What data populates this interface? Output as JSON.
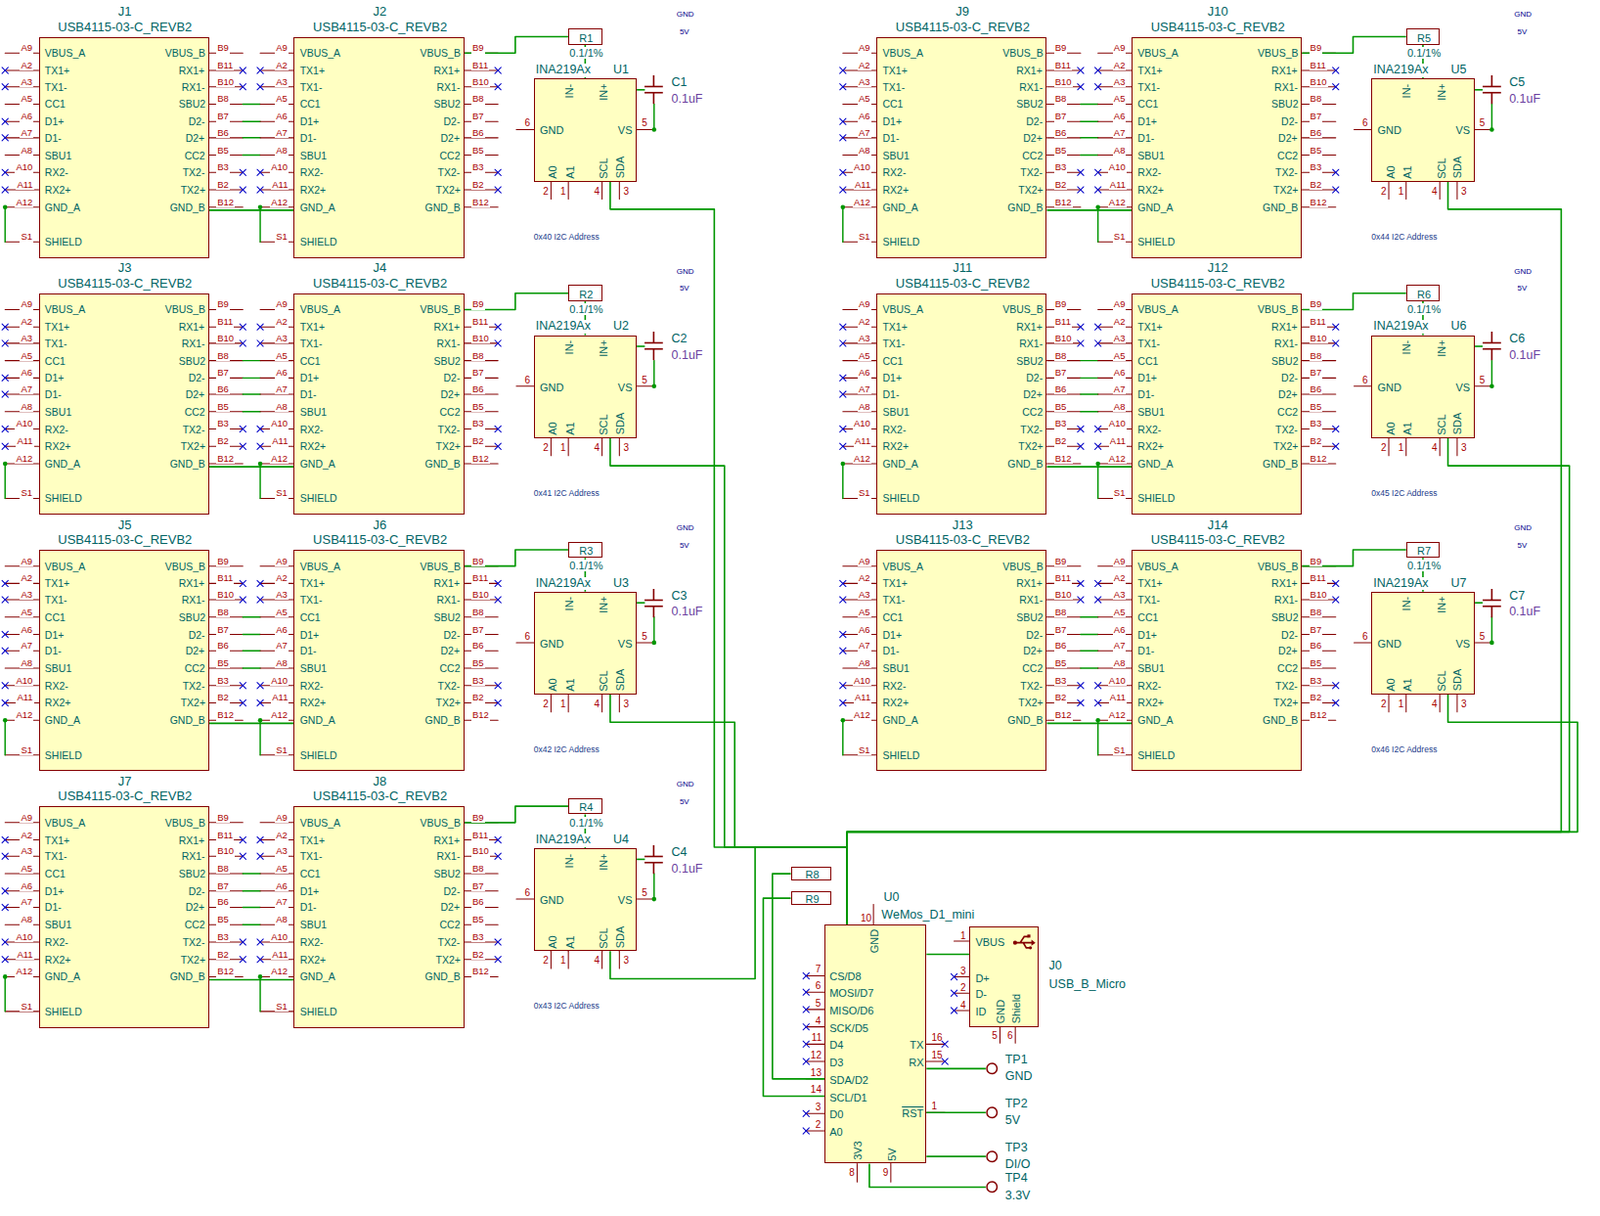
{
  "diagram": {
    "nodes": [
      {
        "text": [
          "J1",
          "USB4115-03-C_REVB2",
          "VBUS_A",
          "TX1+",
          "TX1-",
          "CC1",
          "D1+",
          "D1-",
          "SBU1",
          "RX2-",
          "RX2+",
          "GND_A",
          "SHIELD",
          "VBUS_B",
          "RX1+",
          "RX1-",
          "SBU2",
          "D2-",
          "D2+",
          "CC2",
          "TX2-",
          "TX2+",
          "GND_B",
          "A9",
          "A2",
          "A3",
          "A5",
          "A6",
          "A7",
          "A8",
          "A10",
          "A11",
          "A12",
          "S1",
          "B9",
          "B11",
          "B10",
          "B8",
          "B7",
          "B6",
          "B5",
          "B3",
          "B2",
          "B12"
        ]
      },
      {
        "text": [
          "J2",
          "USB4115-03-C_REVB2",
          "VBUS_A",
          "TX1+",
          "TX1-",
          "CC1",
          "D1+",
          "D1-",
          "SBU1",
          "RX2-",
          "RX2+",
          "GND_A",
          "SHIELD",
          "VBUS_B",
          "RX1+",
          "RX1-",
          "SBU2",
          "D2-",
          "D2+",
          "CC2",
          "TX2-",
          "TX2+",
          "GND_B",
          "A9",
          "A2",
          "A3",
          "A5",
          "A6",
          "A7",
          "A8",
          "A10",
          "A11",
          "A12",
          "S1",
          "B9",
          "B11",
          "B10",
          "B8",
          "B7",
          "B6",
          "B5",
          "B3",
          "B2",
          "B12"
        ]
      },
      {
        "text": [
          "R1",
          "0.1/1%"
        ]
      },
      {
        "text": [
          "U1",
          "INA219Ax",
          "IN-",
          "IN+",
          "GND",
          "VS",
          "A0",
          "A1",
          "SCL",
          "SDA",
          "6",
          "5",
          "2",
          "1",
          "4",
          "3"
        ]
      },
      {
        "text": [
          "C1",
          "0.1uF"
        ]
      },
      {
        "text": [
          "J9",
          "USB4115-03-C_REVB2",
          "VBUS_A",
          "TX1+",
          "TX1-",
          "CC1",
          "D1+",
          "D1-",
          "SBU1",
          "RX2-",
          "RX2+",
          "GND_A",
          "SHIELD",
          "VBUS_B",
          "RX1+",
          "RX1-",
          "SBU2",
          "D2-",
          "D2+",
          "CC2",
          "TX2-",
          "TX2+",
          "GND_B",
          "A9",
          "A2",
          "A3",
          "A5",
          "A6",
          "A7",
          "A8",
          "A10",
          "A11",
          "A12",
          "S1",
          "B9",
          "B11",
          "B10",
          "B8",
          "B7",
          "B6",
          "B5",
          "B3",
          "B2",
          "B12"
        ]
      },
      {
        "text": [
          "J10",
          "USB4115-03-C_REVB2",
          "VBUS_A",
          "TX1+",
          "TX1-",
          "CC1",
          "D1+",
          "D1-",
          "SBU1",
          "RX2-",
          "RX2+",
          "GND_A",
          "SHIELD",
          "VBUS_B",
          "RX1+",
          "RX1-",
          "SBU2",
          "D2-",
          "D2+",
          "CC2",
          "TX2-",
          "TX2+",
          "GND_B",
          "A9",
          "A2",
          "A3",
          "A5",
          "A6",
          "A7",
          "A8",
          "A10",
          "A11",
          "A12",
          "S1",
          "B9",
          "B11",
          "B10",
          "B8",
          "B7",
          "B6",
          "B5",
          "B3",
          "B2",
          "B12"
        ]
      },
      {
        "text": [
          "R5",
          "0.1/1%"
        ]
      },
      {
        "text": [
          "U5",
          "INA219Ax",
          "IN-",
          "IN+",
          "GND",
          "VS",
          "A0",
          "A1",
          "SCL",
          "SDA",
          "6",
          "5",
          "2",
          "1",
          "4",
          "3"
        ]
      },
      {
        "text": [
          "C5",
          "0.1uF"
        ]
      },
      {
        "text": [
          "J3",
          "USB4115-03-C_REVB2",
          "VBUS_A",
          "TX1+",
          "TX1-",
          "CC1",
          "D1+",
          "D1-",
          "SBU1",
          "RX2-",
          "RX2+",
          "GND_A",
          "SHIELD",
          "VBUS_B",
          "RX1+",
          "RX1-",
          "SBU2",
          "D2-",
          "D2+",
          "CC2",
          "TX2-",
          "TX2+",
          "GND_B",
          "A9",
          "A2",
          "A3",
          "A5",
          "A6",
          "A7",
          "A8",
          "A10",
          "A11",
          "A12",
          "S1",
          "B9",
          "B11",
          "B10",
          "B8",
          "B7",
          "B6",
          "B5",
          "B3",
          "B2",
          "B12"
        ]
      },
      {
        "text": [
          "J4",
          "USB4115-03-C_REVB2",
          "VBUS_A",
          "TX1+",
          "TX1-",
          "CC1",
          "D1+",
          "D1-",
          "SBU1",
          "RX2-",
          "RX2+",
          "GND_A",
          "SHIELD",
          "VBUS_B",
          "RX1+",
          "RX1-",
          "SBU2",
          "D2-",
          "D2+",
          "CC2",
          "TX2-",
          "TX2+",
          "GND_B",
          "A9",
          "A2",
          "A3",
          "A5",
          "A6",
          "A7",
          "A8",
          "A10",
          "A11",
          "A12",
          "S1",
          "B9",
          "B11",
          "B10",
          "B8",
          "B7",
          "B6",
          "B5",
          "B3",
          "B2",
          "B12"
        ]
      },
      {
        "text": [
          "R2",
          "0.1/1%"
        ]
      },
      {
        "text": [
          "U2",
          "INA219Ax",
          "IN-",
          "IN+",
          "GND",
          "VS",
          "A0",
          "A1",
          "SCL",
          "SDA",
          "6",
          "5",
          "2",
          "1",
          "4",
          "3"
        ]
      },
      {
        "text": [
          "C2",
          "0.1uF"
        ]
      },
      {
        "text": [
          "J11",
          "USB4115-03-C_REVB2",
          "VBUS_A",
          "TX1+",
          "TX1-",
          "CC1",
          "D1+",
          "D1-",
          "SBU1",
          "RX2-",
          "RX2+",
          "GND_A",
          "SHIELD",
          "VBUS_B",
          "RX1+",
          "RX1-",
          "SBU2",
          "D2-",
          "D2+",
          "CC2",
          "TX2-",
          "TX2+",
          "GND_B",
          "A9",
          "A2",
          "A3",
          "A5",
          "A6",
          "A7",
          "A8",
          "A10",
          "A11",
          "A12",
          "S1",
          "B9",
          "B11",
          "B10",
          "B8",
          "B7",
          "B6",
          "B5",
          "B3",
          "B2",
          "B12"
        ]
      },
      {
        "text": [
          "J12",
          "USB4115-03-C_REVB2",
          "VBUS_A",
          "TX1+",
          "TX1-",
          "CC1",
          "D1+",
          "D1-",
          "SBU1",
          "RX2-",
          "RX2+",
          "GND_A",
          "SHIELD",
          "VBUS_B",
          "RX1+",
          "RX1-",
          "SBU2",
          "D2-",
          "D2+",
          "CC2",
          "TX2-",
          "TX2+",
          "GND_B",
          "A9",
          "A2",
          "A3",
          "A5",
          "A6",
          "A7",
          "A8",
          "A10",
          "A11",
          "A12",
          "S1",
          "B9",
          "B11",
          "B10",
          "B8",
          "B7",
          "B6",
          "B5",
          "B3",
          "B2",
          "B12"
        ]
      },
      {
        "text": [
          "R6",
          "0.1/1%"
        ]
      },
      {
        "text": [
          "U6",
          "INA219Ax",
          "IN-",
          "IN+",
          "GND",
          "VS",
          "A0",
          "A1",
          "SCL",
          "SDA",
          "6",
          "5",
          "2",
          "1",
          "4",
          "3"
        ]
      },
      {
        "text": [
          "C6",
          "0.1uF"
        ]
      },
      {
        "text": [
          "J5",
          "USB4115-03-C_REVB2",
          "VBUS_A",
          "TX1+",
          "TX1-",
          "CC1",
          "D1+",
          "D1-",
          "SBU1",
          "RX2-",
          "RX2+",
          "GND_A",
          "SHIELD",
          "VBUS_B",
          "RX1+",
          "RX1-",
          "SBU2",
          "D2-",
          "D2+",
          "CC2",
          "TX2-",
          "TX2+",
          "GND_B",
          "A9",
          "A2",
          "A3",
          "A5",
          "A6",
          "A7",
          "A8",
          "A10",
          "A11",
          "A12",
          "S1",
          "B9",
          "B11",
          "B10",
          "B8",
          "B7",
          "B6",
          "B5",
          "B3",
          "B2",
          "B12"
        ]
      },
      {
        "text": [
          "J6",
          "USB4115-03-C_REVB2",
          "VBUS_A",
          "TX1+",
          "TX1-",
          "CC1",
          "D1+",
          "D1-",
          "SBU1",
          "RX2-",
          "RX2+",
          "GND_A",
          "SHIELD",
          "VBUS_B",
          "RX1+",
          "RX1-",
          "SBU2",
          "D2-",
          "D2+",
          "CC2",
          "TX2-",
          "TX2+",
          "GND_B",
          "A9",
          "A2",
          "A3",
          "A5",
          "A6",
          "A7",
          "A8",
          "A10",
          "A11",
          "A12",
          "S1",
          "B9",
          "B11",
          "B10",
          "B8",
          "B7",
          "B6",
          "B5",
          "B3",
          "B2",
          "B12"
        ]
      },
      {
        "text": [
          "R3",
          "0.1/1%"
        ]
      },
      {
        "text": [
          "U3",
          "INA219Ax",
          "IN-",
          "IN+",
          "GND",
          "VS",
          "A0",
          "A1",
          "SCL",
          "SDA",
          "6",
          "5",
          "2",
          "1",
          "4",
          "3"
        ]
      },
      {
        "text": [
          "C3",
          "0.1uF"
        ]
      },
      {
        "text": [
          "J13",
          "USB4115-03-C_REVB2",
          "VBUS_A",
          "TX1+",
          "TX1-",
          "CC1",
          "D1+",
          "D1-",
          "SBU1",
          "RX2-",
          "RX2+",
          "GND_A",
          "SHIELD",
          "VBUS_B",
          "RX1+",
          "RX1-",
          "SBU2",
          "D2-",
          "D2+",
          "CC2",
          "TX2-",
          "TX2+",
          "GND_B",
          "A9",
          "A2",
          "A3",
          "A5",
          "A6",
          "A7",
          "A8",
          "A10",
          "A11",
          "A12",
          "S1",
          "B9",
          "B11",
          "B10",
          "B8",
          "B7",
          "B6",
          "B5",
          "B3",
          "B2",
          "B12"
        ]
      },
      {
        "text": [
          "J14",
          "USB4115-03-C_REVB2",
          "VBUS_A",
          "TX1+",
          "TX1-",
          "CC1",
          "D1+",
          "D1-",
          "SBU1",
          "RX2-",
          "RX2+",
          "GND_A",
          "SHIELD",
          "VBUS_B",
          "RX1+",
          "RX1-",
          "SBU2",
          "D2-",
          "D2+",
          "CC2",
          "TX2-",
          "TX2+",
          "GND_B",
          "A9",
          "A2",
          "A3",
          "A5",
          "A6",
          "A7",
          "A8",
          "A10",
          "A11",
          "A12",
          "S1",
          "B9",
          "B11",
          "B10",
          "B8",
          "B7",
          "B6",
          "B5",
          "B3",
          "B2",
          "B12"
        ]
      },
      {
        "text": [
          "R7",
          "0.1/1%"
        ]
      },
      {
        "text": [
          "U7",
          "INA219Ax",
          "IN-",
          "IN+",
          "GND",
          "VS",
          "A0",
          "A1",
          "SCL",
          "SDA",
          "6",
          "5",
          "2",
          "1",
          "4",
          "3"
        ]
      },
      {
        "text": [
          "C7",
          "0.1uF"
        ]
      },
      {
        "text": [
          "J7",
          "USB4115-03-C_REVB2",
          "VBUS_A",
          "TX1+",
          "TX1-",
          "CC1",
          "D1+",
          "D1-",
          "SBU1",
          "RX2-",
          "RX2+",
          "GND_A",
          "SHIELD",
          "VBUS_B",
          "RX1+",
          "RX1-",
          "SBU2",
          "D2-",
          "D2+",
          "CC2",
          "TX2-",
          "TX2+",
          "GND_B",
          "A9",
          "A2",
          "A3",
          "A5",
          "A6",
          "A7",
          "A8",
          "A10",
          "A11",
          "A12",
          "S1",
          "B9",
          "B11",
          "B10",
          "B8",
          "B7",
          "B6",
          "B5",
          "B3",
          "B2",
          "B12"
        ]
      },
      {
        "text": [
          "J8",
          "USB4115-03-C_REVB2",
          "VBUS_A",
          "TX1+",
          "TX1-",
          "CC1",
          "D1+",
          "D1-",
          "SBU1",
          "RX2-",
          "RX2+",
          "GND_A",
          "SHIELD",
          "VBUS_B",
          "RX1+",
          "RX1-",
          "SBU2",
          "D2-",
          "D2+",
          "CC2",
          "TX2-",
          "TX2+",
          "GND_B",
          "A9",
          "A2",
          "A3",
          "A5",
          "A6",
          "A7",
          "A8",
          "A10",
          "A11",
          "A12",
          "S1",
          "B9",
          "B11",
          "B10",
          "B8",
          "B7",
          "B6",
          "B5",
          "B3",
          "B2",
          "B12"
        ]
      },
      {
        "text": [
          "R4",
          "0.1/1%"
        ]
      },
      {
        "text": [
          "U4",
          "INA219Ax",
          "IN-",
          "IN+",
          "GND",
          "VS",
          "A0",
          "A1",
          "SCL",
          "SDA",
          "6",
          "5",
          "2",
          "1",
          "4",
          "3"
        ]
      },
      {
        "text": [
          "C4",
          "0.1uF"
        ]
      },
      {
        "text": [
          "R8"
        ]
      },
      {
        "text": [
          "R9"
        ]
      },
      {
        "text": [
          "U0",
          "WeMos_D1_mini",
          "CS/D8",
          "MOSI/D7",
          "MISO/D6",
          "SCK/D5",
          "D4",
          "D3",
          "SDA/D2",
          "SCL/D1",
          "D0",
          "A0",
          "TX",
          "RX",
          "RST",
          "3V3",
          "5V",
          "GND",
          "7",
          "6",
          "5",
          "4",
          "11",
          "12",
          "13",
          "14",
          "3",
          "2",
          "16",
          "15",
          "1",
          "8",
          "9",
          "10"
        ]
      },
      {
        "text": [
          "J0",
          "USB_B_Micro",
          "VBUS",
          "D+",
          "D-",
          "ID",
          "GND",
          "Shield",
          "1",
          "3",
          "2",
          "4",
          "5",
          "6"
        ]
      },
      {
        "text": [
          "TP1",
          "GND"
        ]
      },
      {
        "text": [
          "TP2",
          "5V"
        ]
      },
      {
        "text": [
          "TP3",
          "DI/O"
        ]
      },
      {
        "text": [
          "TP4",
          "3.3V"
        ]
      }
    ],
    "edges": [
      {
        "from": 0,
        "to": 1,
        "arrow": "none"
      },
      {
        "from": 1,
        "to": 2,
        "arrow": "none"
      },
      {
        "from": 2,
        "to": 3,
        "arrow": "none"
      },
      {
        "from": 3,
        "to": 4,
        "arrow": "none"
      },
      {
        "from": 3,
        "to": 37,
        "arrow": "none"
      },
      {
        "from": 5,
        "to": 6,
        "arrow": "none"
      },
      {
        "from": 6,
        "to": 7,
        "arrow": "none"
      },
      {
        "from": 7,
        "to": 8,
        "arrow": "none"
      },
      {
        "from": 8,
        "to": 9,
        "arrow": "none"
      },
      {
        "from": 8,
        "to": 37,
        "arrow": "none"
      },
      {
        "from": 10,
        "to": 11,
        "arrow": "none"
      },
      {
        "from": 11,
        "to": 12,
        "arrow": "none"
      },
      {
        "from": 12,
        "to": 13,
        "arrow": "none"
      },
      {
        "from": 13,
        "to": 14,
        "arrow": "none"
      },
      {
        "from": 13,
        "to": 37,
        "arrow": "none"
      },
      {
        "from": 15,
        "to": 16,
        "arrow": "none"
      },
      {
        "from": 16,
        "to": 17,
        "arrow": "none"
      },
      {
        "from": 17,
        "to": 18,
        "arrow": "none"
      },
      {
        "from": 18,
        "to": 19,
        "arrow": "none"
      },
      {
        "from": 18,
        "to": 37,
        "arrow": "none"
      },
      {
        "from": 20,
        "to": 21,
        "arrow": "none"
      },
      {
        "from": 21,
        "to": 22,
        "arrow": "none"
      },
      {
        "from": 22,
        "to": 23,
        "arrow": "none"
      },
      {
        "from": 23,
        "to": 24,
        "arrow": "none"
      },
      {
        "from": 23,
        "to": 37,
        "arrow": "none"
      },
      {
        "from": 25,
        "to": 26,
        "arrow": "none"
      },
      {
        "from": 26,
        "to": 27,
        "arrow": "none"
      },
      {
        "from": 27,
        "to": 28,
        "arrow": "none"
      },
      {
        "from": 28,
        "to": 29,
        "arrow": "none"
      },
      {
        "from": 28,
        "to": 37,
        "arrow": "none"
      },
      {
        "from": 30,
        "to": 31,
        "arrow": "none"
      },
      {
        "from": 31,
        "to": 32,
        "arrow": "none"
      },
      {
        "from": 32,
        "to": 33,
        "arrow": "none"
      },
      {
        "from": 33,
        "to": 34,
        "arrow": "none"
      },
      {
        "from": 33,
        "to": 37,
        "arrow": "none"
      },
      {
        "from": 35,
        "to": 37,
        "arrow": "none"
      },
      {
        "from": 36,
        "to": 37,
        "arrow": "none"
      },
      {
        "from": 37,
        "to": 38,
        "arrow": "none"
      },
      {
        "from": 37,
        "to": 39,
        "arrow": "none"
      },
      {
        "from": 37,
        "to": 40,
        "arrow": "none"
      },
      {
        "from": 37,
        "to": 41,
        "arrow": "none"
      },
      {
        "from": 37,
        "to": 42,
        "arrow": "none"
      }
    ],
    "labels": [
      "GND",
      "5V",
      "0x40 I2C Address",
      "GND",
      "5V",
      "0x44 I2C Address",
      "GND",
      "5V",
      "0x41 I2C Address",
      "GND",
      "5V",
      "0x45 I2C Address",
      "GND",
      "5V",
      "0x42 I2C Address",
      "GND",
      "5V",
      "0x46 I2C Address",
      "GND",
      "5V",
      "0x43 I2C Address"
    ]
  }
}
